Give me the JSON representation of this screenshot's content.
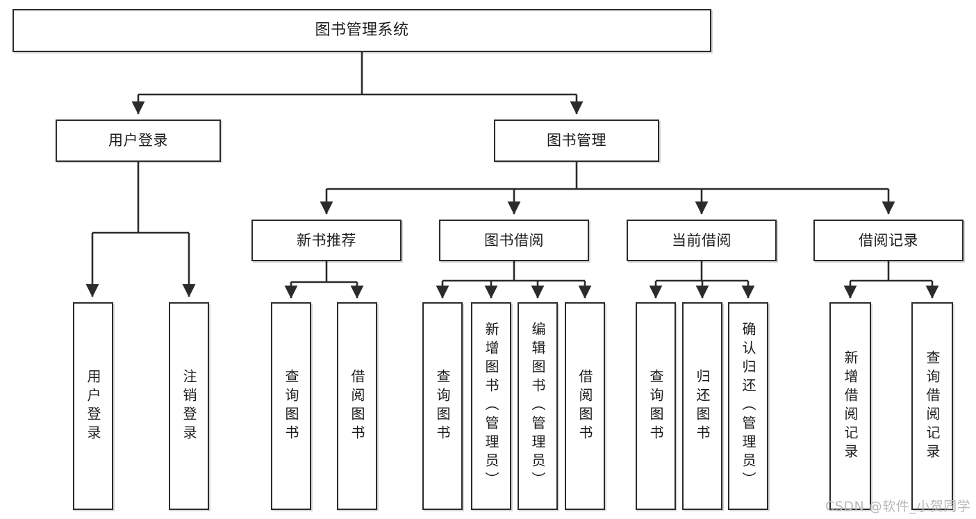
{
  "diagram": {
    "type": "tree",
    "title": "图书管理系统",
    "orientation": "top-down",
    "root": {
      "id": "root",
      "label": "图书管理系统",
      "text_direction": "horizontal"
    },
    "level2": [
      {
        "id": "user-login",
        "label": "用户登录",
        "text_direction": "horizontal"
      },
      {
        "id": "book-manage",
        "label": "图书管理",
        "text_direction": "horizontal"
      }
    ],
    "level3": [
      {
        "id": "new-book-rec",
        "label": "新书推荐",
        "parent": "book-manage",
        "text_direction": "horizontal"
      },
      {
        "id": "book-borrow",
        "label": "图书借阅",
        "parent": "book-manage",
        "text_direction": "horizontal"
      },
      {
        "id": "current-borrow",
        "label": "当前借阅",
        "parent": "book-manage",
        "text_direction": "horizontal"
      },
      {
        "id": "borrow-record",
        "label": "借阅记录",
        "parent": "book-manage",
        "text_direction": "horizontal"
      }
    ],
    "leaves": [
      {
        "id": "leaf-user-login",
        "label": "用户登录",
        "parent": "user-login",
        "text_direction": "vertical"
      },
      {
        "id": "leaf-user-logout",
        "label": "注销登录",
        "parent": "user-login",
        "text_direction": "vertical"
      },
      {
        "id": "leaf-query-book-1",
        "label": "查询图书",
        "parent": "new-book-rec",
        "text_direction": "vertical"
      },
      {
        "id": "leaf-borrow-book-1",
        "label": "借阅图书",
        "parent": "new-book-rec",
        "text_direction": "vertical"
      },
      {
        "id": "leaf-query-book-2",
        "label": "查询图书",
        "parent": "book-borrow",
        "text_direction": "vertical"
      },
      {
        "id": "leaf-add-book",
        "label": "新增图书（管理员）",
        "parent": "book-borrow",
        "text_direction": "vertical"
      },
      {
        "id": "leaf-edit-book",
        "label": "编辑图书（管理员）",
        "parent": "book-borrow",
        "text_direction": "vertical"
      },
      {
        "id": "leaf-borrow-book-2",
        "label": "借阅图书",
        "parent": "book-borrow",
        "text_direction": "vertical"
      },
      {
        "id": "leaf-query-book-3",
        "label": "查询图书",
        "parent": "current-borrow",
        "text_direction": "vertical"
      },
      {
        "id": "leaf-return-book",
        "label": "归还图书",
        "parent": "current-borrow",
        "text_direction": "vertical"
      },
      {
        "id": "leaf-confirm-return",
        "label": "确认归还（管理员）",
        "parent": "current-borrow",
        "text_direction": "vertical"
      },
      {
        "id": "leaf-add-record",
        "label": "新增借阅记录",
        "parent": "borrow-record",
        "text_direction": "vertical"
      },
      {
        "id": "leaf-query-record",
        "label": "查询借阅记录",
        "parent": "borrow-record",
        "text_direction": "vertical"
      }
    ],
    "colors": {
      "box_border": "#2b2b2b",
      "box_fill": "#ffffff",
      "connector": "#2b2b2b",
      "text": "#1c1c1c",
      "watermark": "#b9b9b9",
      "background": "#ffffff"
    }
  },
  "watermark": {
    "text": "CSDN @软件_小贺同学"
  }
}
